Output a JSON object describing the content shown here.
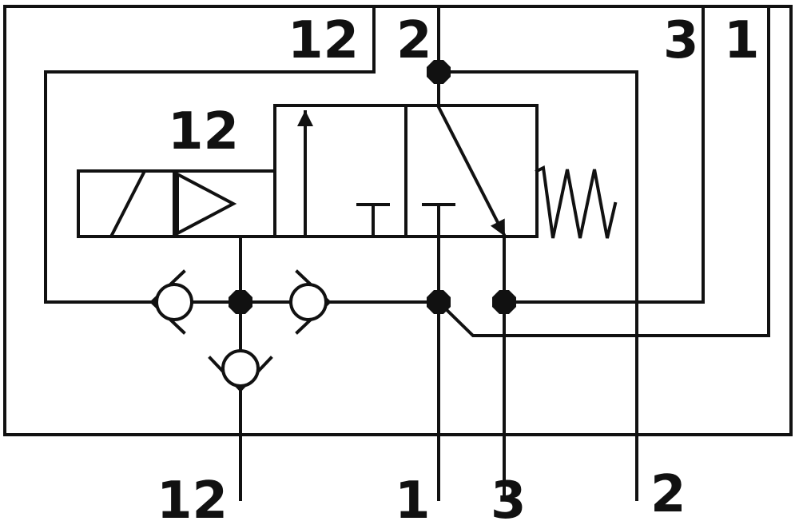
{
  "labels": {
    "top_12": "12",
    "top_2": "2",
    "top_3": "3",
    "top_1": "1",
    "solenoid_12": "12",
    "bottom_12": "12",
    "bottom_1": "1",
    "bottom_3": "3",
    "bottom_2": "2"
  },
  "colors": {
    "line": "#111111",
    "background": "#ffffff"
  }
}
